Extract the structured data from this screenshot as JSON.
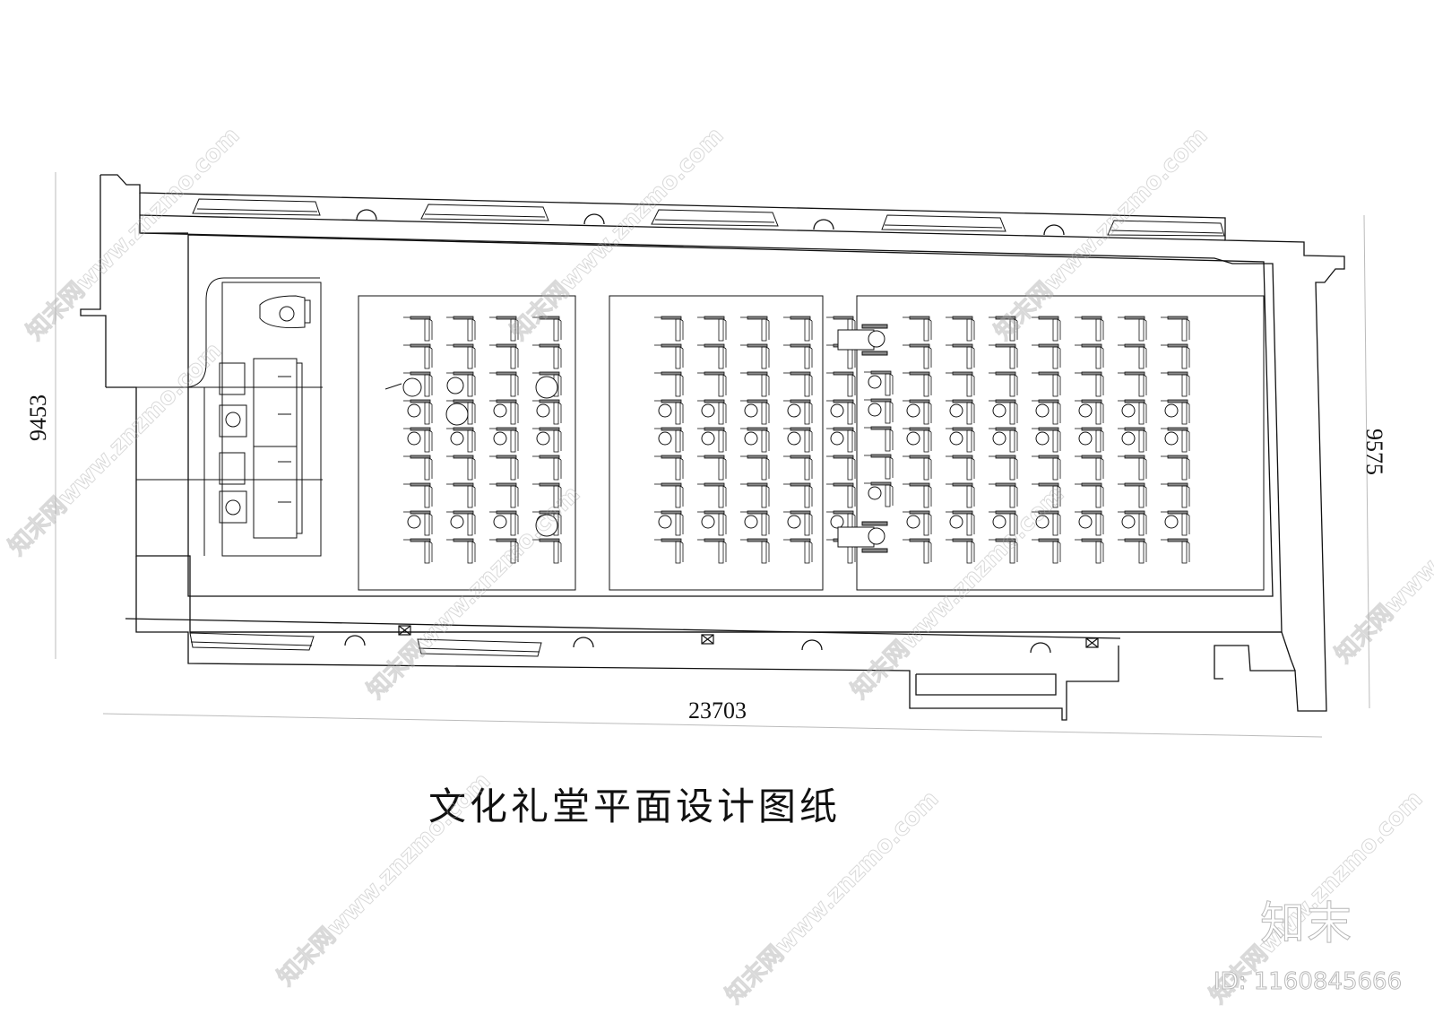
{
  "drawing": {
    "title": "文化礼堂平面设计图纸",
    "dimensions": {
      "left_height": "9453",
      "right_height": "9575",
      "bottom_width": "23703"
    },
    "seating_blocks": [
      {
        "name": "left-block",
        "columns": 4,
        "rows": 9
      },
      {
        "name": "center-block",
        "columns": 5,
        "rows": 9
      },
      {
        "name": "right-block",
        "columns": 7,
        "rows": 9,
        "side_column_rows": 5,
        "wheelchairs": 2
      }
    ],
    "stage_area": {
      "desks": 2,
      "chairs": 4,
      "people": 3
    },
    "colors": {
      "line": "#111111",
      "seat_fill": "#888888",
      "dim_line": "#bbbbbb",
      "watermark": "#aaaaaa"
    }
  },
  "watermark": {
    "brand": "知末",
    "id_label": "ID: 1160845666",
    "site_text": "知末网www.znzmo.com"
  }
}
